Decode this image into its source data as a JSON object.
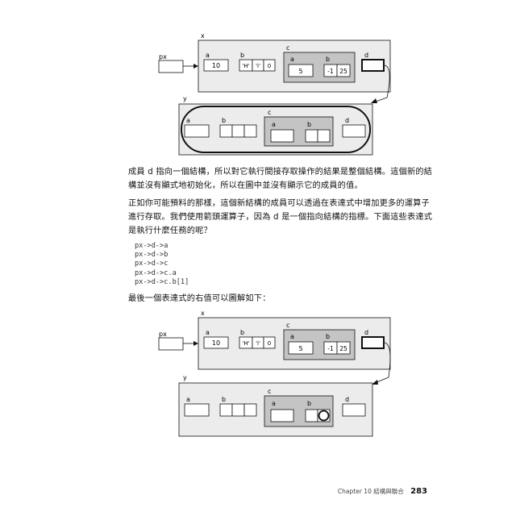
{
  "diagram1": {
    "ptr_label": "px",
    "x": {
      "name": "x",
      "a_label": "a",
      "a_value": "10",
      "b_label": "b",
      "b_values": [
        "'H'",
        "'i'",
        "0"
      ],
      "c_label": "c",
      "ca_label": "a",
      "ca_value": "5",
      "cb_label": "b",
      "cb_values": [
        "-1",
        "25"
      ],
      "d_label": "d"
    },
    "y": {
      "name": "y",
      "a_label": "a",
      "b_label": "b",
      "c_label": "c",
      "ca_label": "a",
      "cb_label": "b",
      "d_label": "d"
    }
  },
  "paragraphs": {
    "p1": "成員 d 指向一個結構，所以對它執行間接存取操作的結果是整個結構。這個新的結構並沒有顯式地初始化，所以在圖中並沒有顯示它的成員的值。",
    "p2": "正如你可能預料的那樣，這個新結構的成員可以透過在表達式中增加更多的運算子進行存取。我們使用箭頭運算子，因為 d 是一個指向結構的指標。下面這些表達式是執行什麼任務的呢？",
    "p3": "最後一個表達式的右值可以圖解如下："
  },
  "code_lines": [
    "px->d->a",
    "px->d->b",
    "px->d->c",
    "px->d->c.a",
    "px->d->c.b[1]"
  ],
  "diagram2": {
    "ptr_label": "px",
    "x": {
      "name": "x",
      "a_label": "a",
      "a_value": "10",
      "b_label": "b",
      "b_values": [
        "'H'",
        "'i'",
        "0"
      ],
      "c_label": "c",
      "ca_label": "a",
      "ca_value": "5",
      "cb_label": "b",
      "cb_values": [
        "-1",
        "25"
      ],
      "d_label": "d"
    },
    "y": {
      "name": "y",
      "a_label": "a",
      "b_label": "b",
      "c_label": "c",
      "ca_label": "a",
      "cb_label": "b",
      "d_label": "d"
    }
  },
  "footer": {
    "chapter": "Chapter 10",
    "title": "結構與聯合",
    "page": "283"
  },
  "colors": {
    "struct_fill": "#ececec",
    "inner_fill": "#c4c4c4",
    "line": "#111111"
  }
}
